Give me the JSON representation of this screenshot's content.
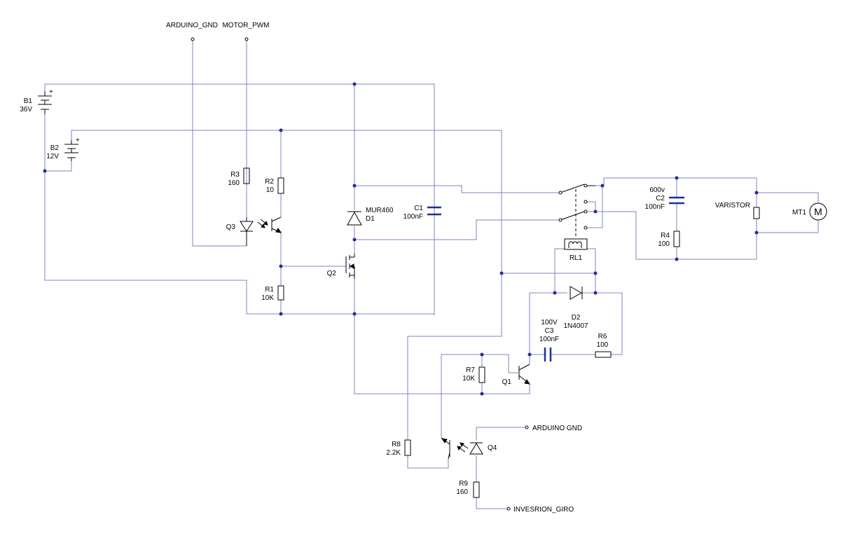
{
  "nets": {
    "arduino_gnd_top": "ARDUINO_GND",
    "motor_pwm": "MOTOR_PWM",
    "arduino_gnd_bottom": "ARDUINO GND",
    "inversion_giro": "INVESRION_GIRO"
  },
  "components": {
    "b1": {
      "ref": "B1",
      "value": "36V"
    },
    "b2": {
      "ref": "B2",
      "value": "12V"
    },
    "r1": {
      "ref": "R1",
      "value": "10K"
    },
    "r2": {
      "ref": "R2",
      "value": "10"
    },
    "r3": {
      "ref": "R3",
      "value": "160"
    },
    "r4": {
      "ref": "R4",
      "value": "100"
    },
    "r6": {
      "ref": "R6",
      "value": "100"
    },
    "r7": {
      "ref": "R7",
      "value": "10K"
    },
    "r8": {
      "ref": "R8",
      "value": "2.2K"
    },
    "r9": {
      "ref": "R9",
      "value": "160"
    },
    "c1": {
      "ref": "C1",
      "value": "100nF"
    },
    "c2": {
      "ref": "C2",
      "value": "100nF",
      "rating": "600v"
    },
    "c3": {
      "ref": "C3",
      "value": "100nF",
      "rating": "100V"
    },
    "d1": {
      "ref": "D1",
      "value": "MUR460"
    },
    "d2": {
      "ref": "D2",
      "value": "1N4007"
    },
    "q1": {
      "ref": "Q1"
    },
    "q2": {
      "ref": "Q2"
    },
    "q3": {
      "ref": "Q3"
    },
    "q4": {
      "ref": "Q4"
    },
    "rl1": {
      "ref": "RL1"
    },
    "mt1": {
      "ref": "MT1",
      "symbol": "M"
    },
    "varistor": {
      "ref": "VARISTOR"
    }
  },
  "polarity_plus": "+"
}
